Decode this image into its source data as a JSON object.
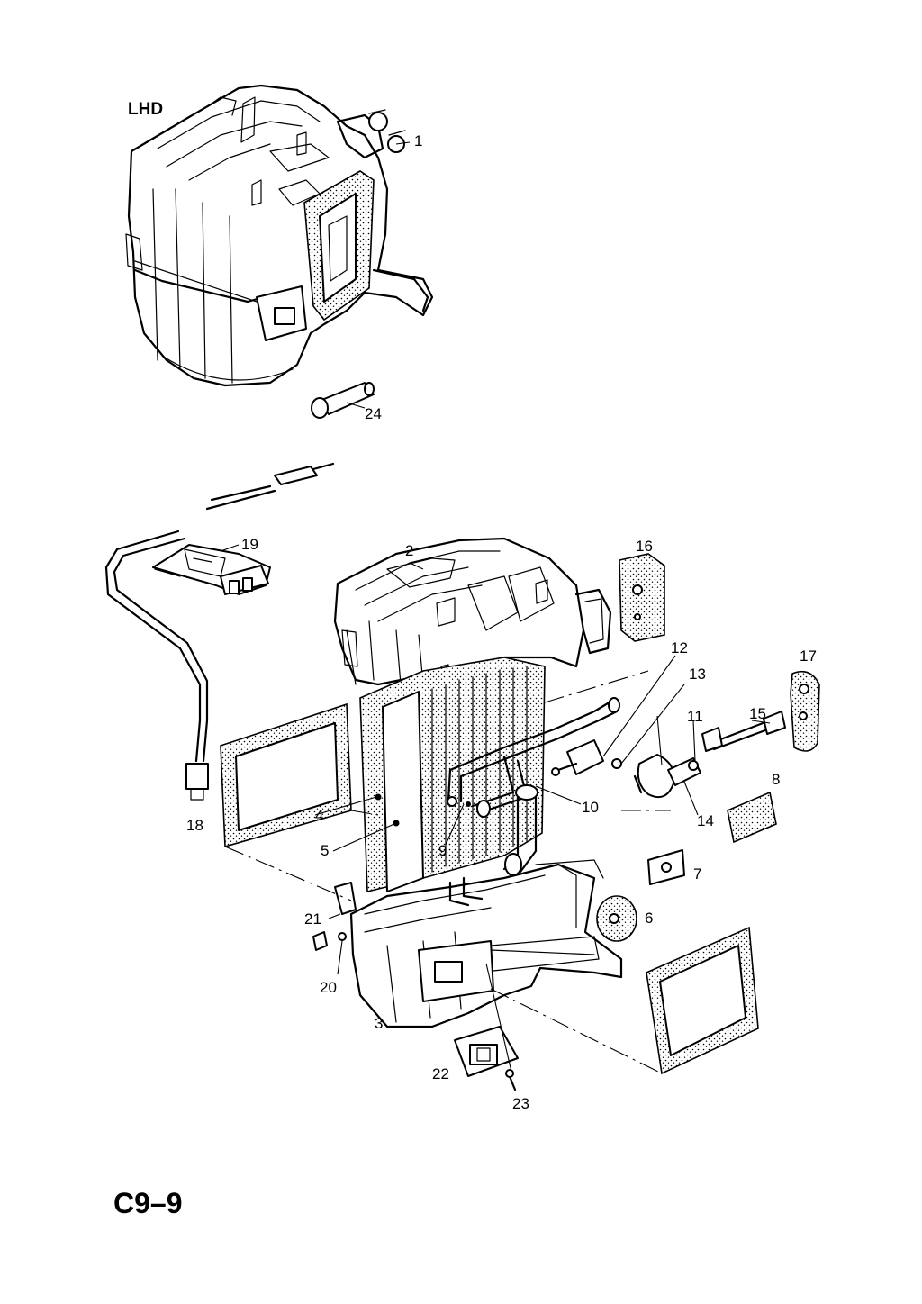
{
  "header": {
    "label": "LHD"
  },
  "footer": {
    "code": "C9–9"
  },
  "callouts": [
    {
      "id": "c1",
      "label": "1"
    },
    {
      "id": "c24",
      "label": "24"
    },
    {
      "id": "c19",
      "label": "19"
    },
    {
      "id": "c2",
      "label": "2"
    },
    {
      "id": "c16",
      "label": "16"
    },
    {
      "id": "c12",
      "label": "12"
    },
    {
      "id": "c13",
      "label": "13"
    },
    {
      "id": "c17",
      "label": "17"
    },
    {
      "id": "c11",
      "label": "11"
    },
    {
      "id": "c15",
      "label": "15"
    },
    {
      "id": "c10",
      "label": "10"
    },
    {
      "id": "c8",
      "label": "8"
    },
    {
      "id": "c14",
      "label": "14"
    },
    {
      "id": "c4",
      "label": "4"
    },
    {
      "id": "c5",
      "label": "5"
    },
    {
      "id": "c9",
      "label": "9"
    },
    {
      "id": "c18",
      "label": "18"
    },
    {
      "id": "c7",
      "label": "7"
    },
    {
      "id": "c6",
      "label": "6"
    },
    {
      "id": "c21",
      "label": "21"
    },
    {
      "id": "c20",
      "label": "20"
    },
    {
      "id": "c3",
      "label": "3"
    },
    {
      "id": "c22",
      "label": "22"
    },
    {
      "id": "c23",
      "label": "23"
    }
  ]
}
